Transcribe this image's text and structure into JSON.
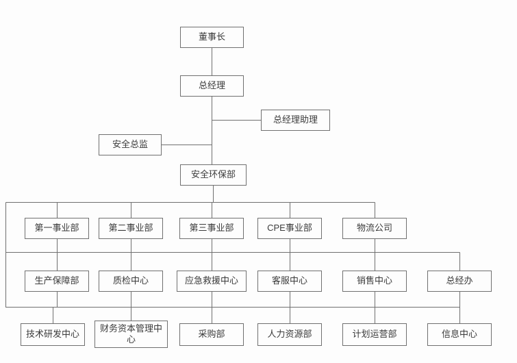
{
  "org_chart": {
    "background_color": "#fdfdfd",
    "box_border_color": "#6f6f6f",
    "connector_color": "#6f6f6f",
    "text_color": "#3a3a3a",
    "executive": {
      "chairman": {
        "label": "董事长"
      },
      "general_manager": {
        "label": "总经理"
      },
      "gm_assistant": {
        "label": "总经理助理"
      },
      "safety_director": {
        "label": "安全总监"
      },
      "safety_env_dept": {
        "label": "安全环保部"
      }
    },
    "row_business_units": {
      "division_1": {
        "label": "第一事业部"
      },
      "division_2": {
        "label": "第二事业部"
      },
      "division_3": {
        "label": "第三事业部"
      },
      "cpe_division": {
        "label": "CPE事业部"
      },
      "logistics_company": {
        "label": "物流公司"
      }
    },
    "row_support_centers": {
      "production_support_dept": {
        "label": "生产保障部"
      },
      "quality_inspection_center": {
        "label": "质检中心"
      },
      "emergency_rescue_center": {
        "label": "应急救援中心"
      },
      "customer_service_center": {
        "label": "客服中心"
      },
      "sales_center": {
        "label": "销售中心"
      },
      "gm_office": {
        "label": "总经办"
      }
    },
    "row_functional_depts": {
      "tech_rd_center": {
        "label": "技术研发中心"
      },
      "finance_capital_mgmt_center": {
        "label": "财务资本管理中心"
      },
      "procurement_dept": {
        "label": "采购部"
      },
      "hr_dept": {
        "label": "人力资源部"
      },
      "planning_operations_dept": {
        "label": "计划运营部"
      },
      "information_center": {
        "label": "信息中心"
      }
    }
  }
}
